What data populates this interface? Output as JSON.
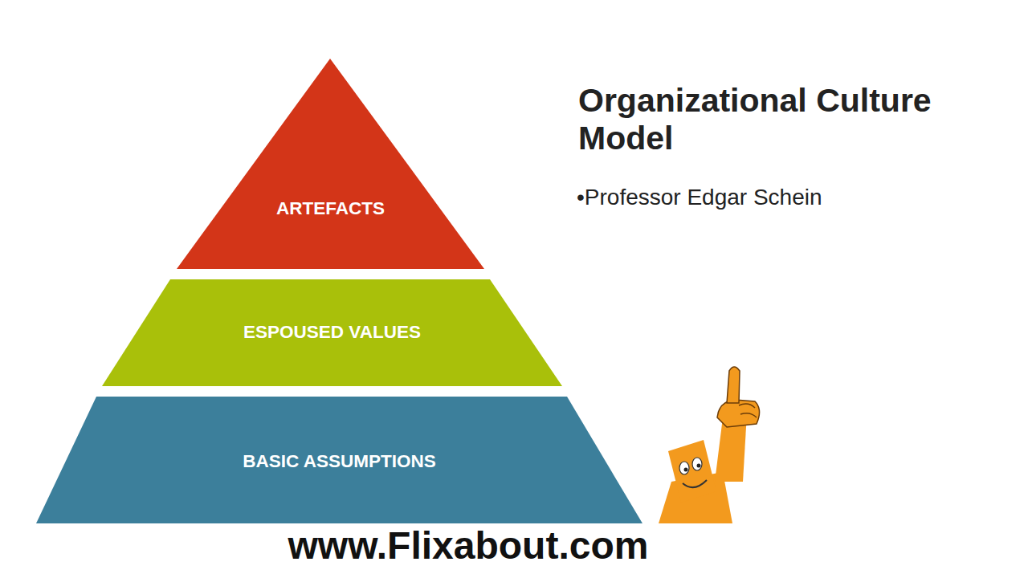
{
  "diagram": {
    "title": "Organizational Culture Model",
    "nodes": [
      {
        "text": [
          "ARTEFACTS"
        ]
      },
      {
        "text": [
          "ESPOUSED VALUES"
        ]
      },
      {
        "text": [
          "BASIC ASSUMPTIONS"
        ]
      }
    ],
    "labels": [
      "•Professor Edgar Schein",
      "www.Flixabout.com"
    ]
  }
}
